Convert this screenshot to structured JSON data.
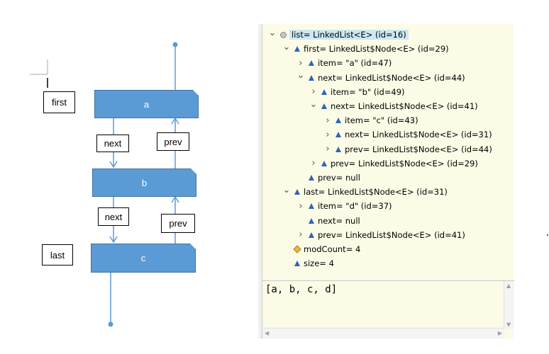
{
  "diagram": {
    "labels": {
      "first": "first",
      "last": "last"
    },
    "nodes": {
      "a": "a",
      "b": "b",
      "c": "c"
    },
    "links": {
      "next1": "next",
      "prev1": "prev",
      "next2": "next",
      "prev2": "prev"
    },
    "colors": {
      "node_fill": "#5b9bd5",
      "line": "#5b9bd5"
    }
  },
  "variables": {
    "rows": [
      {
        "text": "list= LinkedList<E>  (id=16)",
        "icon": "circle",
        "twisty": "expanded"
      },
      {
        "text": "first= LinkedList$Node<E>  (id=29)",
        "icon": "triangle",
        "twisty": "expanded"
      },
      {
        "text": "item= \"a\" (id=47)",
        "icon": "triangle",
        "twisty": "collapsed"
      },
      {
        "text": "next= LinkedList$Node<E>  (id=44)",
        "icon": "triangle",
        "twisty": "expanded"
      },
      {
        "text": "item= \"b\" (id=49)",
        "icon": "triangle",
        "twisty": "collapsed"
      },
      {
        "text": "next= LinkedList$Node<E>  (id=41)",
        "icon": "triangle",
        "twisty": "expanded"
      },
      {
        "text": "item= \"c\" (id=43)",
        "icon": "triangle",
        "twisty": "collapsed"
      },
      {
        "text": "next= LinkedList$Node<E>  (id=31)",
        "icon": "triangle",
        "twisty": "collapsed"
      },
      {
        "text": "prev= LinkedList$Node<E>  (id=44)",
        "icon": "triangle",
        "twisty": "collapsed"
      },
      {
        "text": "prev= LinkedList$Node<E>  (id=29)",
        "icon": "triangle",
        "twisty": "collapsed"
      },
      {
        "text": "prev= null",
        "icon": "triangle",
        "twisty": "none"
      },
      {
        "text": "last= LinkedList$Node<E>  (id=31)",
        "icon": "triangle",
        "twisty": "expanded"
      },
      {
        "text": "item= \"d\" (id=37)",
        "icon": "triangle",
        "twisty": "collapsed"
      },
      {
        "text": "next= null",
        "icon": "triangle",
        "twisty": "none"
      },
      {
        "text": "prev= LinkedList$Node<E>  (id=41)",
        "icon": "triangle",
        "twisty": "collapsed"
      },
      {
        "text": "modCount= 4",
        "icon": "diamond",
        "twisty": "none"
      },
      {
        "text": "size= 4",
        "icon": "triangle",
        "twisty": "none"
      }
    ],
    "detail": "[a, b, c, d]"
  }
}
